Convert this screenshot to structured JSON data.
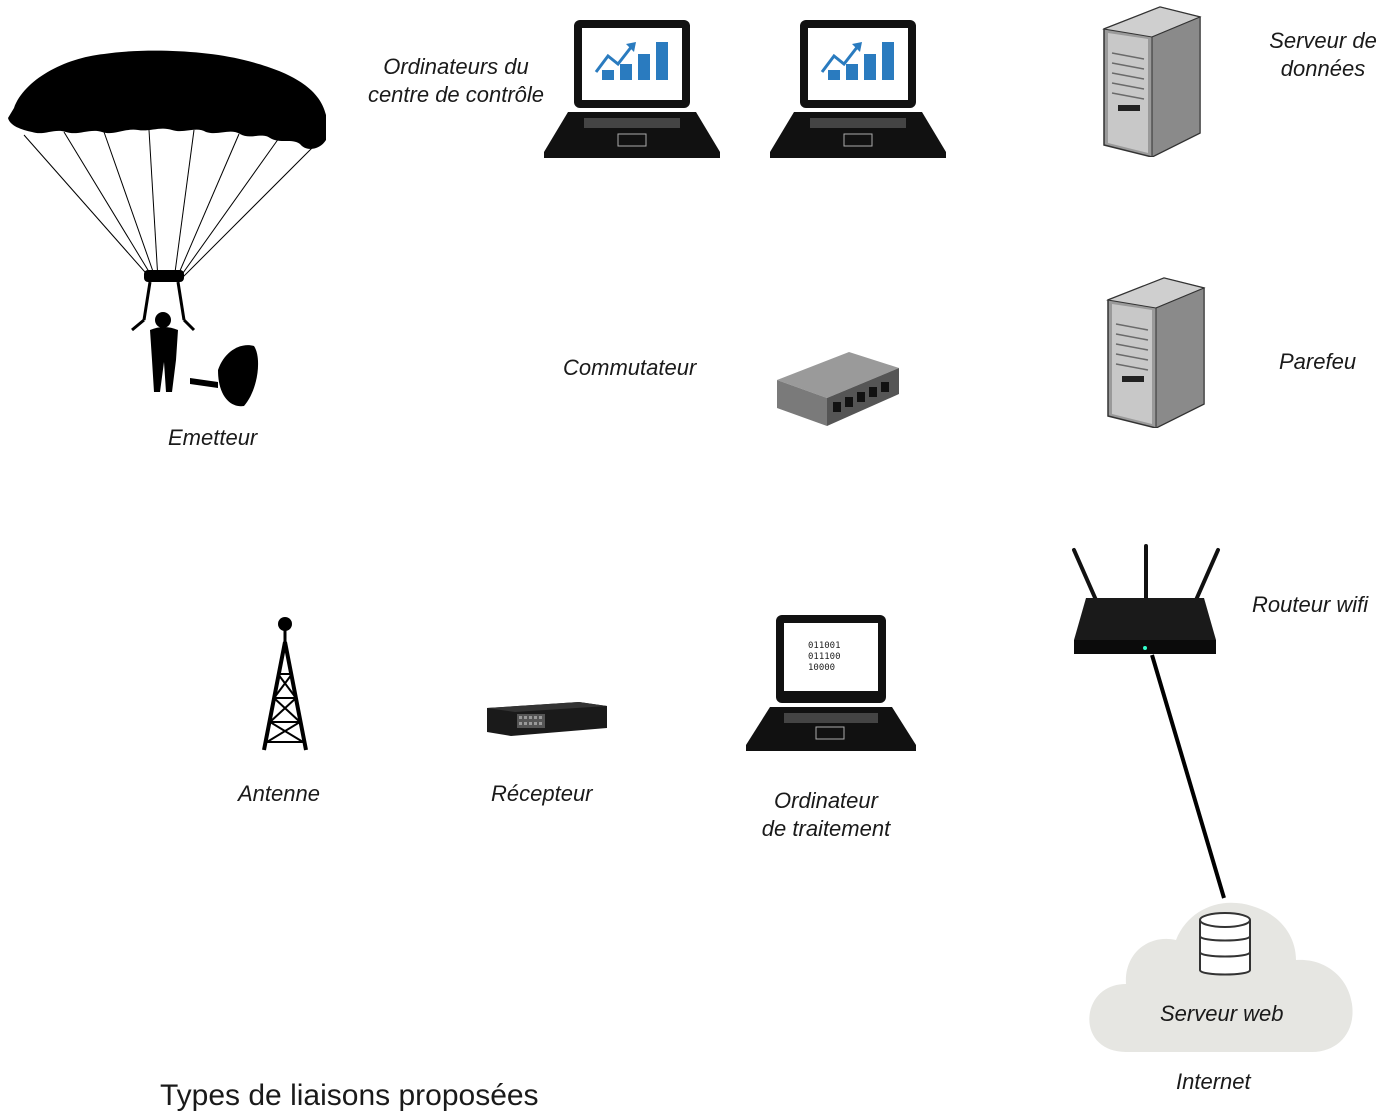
{
  "labels": {
    "emitter": "Emetteur",
    "control_computers_line1": "Ordinateurs du",
    "control_computers_line2": "centre de contrôle",
    "data_server_line1": "Serveur de",
    "data_server_line2": "données",
    "switch": "Commutateur",
    "firewall": "Parefeu",
    "wifi_router": "Routeur wifi",
    "antenna": "Antenne",
    "receiver": "Récepteur",
    "processing_computer_line1": "Ordinateur",
    "processing_computer_line2": "de traitement",
    "web_server": "Serveur web",
    "internet": "Internet"
  },
  "binary_screen": [
    "011001",
    "011100",
    "10000"
  ],
  "legend_text": "Types de liaisons proposées",
  "colors": {
    "chart_blue": "#2a7bbf",
    "device_black": "#111111",
    "server_gray": "#b8b8b8",
    "cloud_gray": "#e6e6e2",
    "switch_gray": "#666666"
  },
  "icons": {
    "emitter": "parachutist-with-transmitter-icon",
    "control_computer": "laptop-chart-icon",
    "server": "tower-server-icon",
    "switch": "network-switch-icon",
    "router": "wifi-router-icon",
    "antenna": "antenna-tower-icon",
    "receiver": "receiver-box-icon",
    "processing_computer": "laptop-binary-icon",
    "cloud": "cloud-database-icon"
  }
}
